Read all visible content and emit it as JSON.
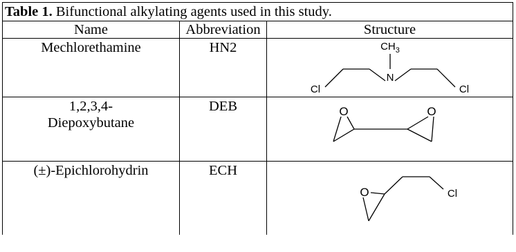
{
  "caption": {
    "label": "Table 1.",
    "text": " Bifunctional alkylating agents used in this study."
  },
  "headers": {
    "name": "Name",
    "abbreviation": "Abbreviation",
    "structure": "Structure"
  },
  "rows": [
    {
      "name": "Mechlorethamine",
      "abbreviation": "HN2",
      "atoms": {
        "methyl": "CH",
        "methyl_sub": "3",
        "nitrogen": "N",
        "chlorine_left": "Cl",
        "chlorine_right": "Cl"
      }
    },
    {
      "name_line1": "1,2,3,4-",
      "name_line2": "Diepoxybutane",
      "abbreviation": "DEB",
      "atoms": {
        "oxygen_left": "O",
        "oxygen_right": "O"
      }
    },
    {
      "name": "(±)-Epichlorohydrin",
      "abbreviation": "ECH",
      "atoms": {
        "oxygen": "O",
        "chlorine": "Cl"
      }
    }
  ]
}
